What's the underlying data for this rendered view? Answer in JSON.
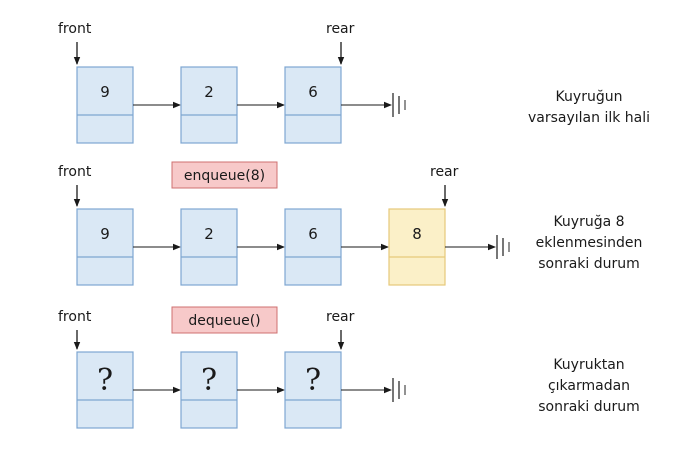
{
  "colors": {
    "node_fill": "#dae8f5",
    "node_stroke": "#7ea6d1",
    "new_node_fill": "#fbf0c8",
    "new_node_stroke": "#e7c97a",
    "op_fill": "#f7c9c9",
    "op_stroke": "#cf7070",
    "arrow": "#1a1a1a",
    "null_marker": "#777777"
  },
  "rows": [
    {
      "id": "initial",
      "front_label": "front",
      "rear_label": "rear",
      "rear_index": 2,
      "operation": null,
      "nodes": [
        {
          "value": "9",
          "kind": "normal"
        },
        {
          "value": "2",
          "kind": "normal"
        },
        {
          "value": "6",
          "kind": "normal"
        }
      ],
      "caption": [
        "Kuyruğun",
        "varsayılan ilk hali"
      ]
    },
    {
      "id": "after-enqueue",
      "front_label": "front",
      "rear_label": "rear",
      "rear_index": 3,
      "operation": "enqueue(8)",
      "nodes": [
        {
          "value": "9",
          "kind": "normal"
        },
        {
          "value": "2",
          "kind": "normal"
        },
        {
          "value": "6",
          "kind": "normal"
        },
        {
          "value": "8",
          "kind": "new"
        }
      ],
      "caption": [
        "Kuyruğa 8",
        "eklenmesinden",
        "sonraki durum"
      ]
    },
    {
      "id": "after-dequeue",
      "front_label": "front",
      "rear_label": "rear",
      "rear_index": 2,
      "operation": "dequeue()",
      "nodes": [
        {
          "value": "?",
          "kind": "unknown"
        },
        {
          "value": "?",
          "kind": "unknown"
        },
        {
          "value": "?",
          "kind": "unknown"
        }
      ],
      "caption": [
        "Kuyruktan",
        "çıkarmadan",
        "sonraki durum"
      ]
    }
  ]
}
